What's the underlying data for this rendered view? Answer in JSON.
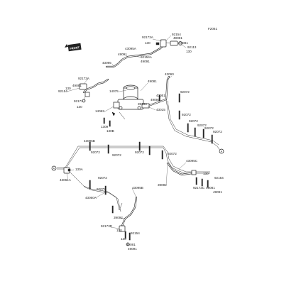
{
  "page_code": "F2061",
  "front_badge": "FRONT",
  "connector_label": "A",
  "labels": {
    "l1": "92173A",
    "l2": "92154",
    "l3": "49081",
    "l4": "130",
    "l5": "49081",
    "l6": "92113",
    "l7": "130",
    "l8": "43095A",
    "l9": "49091",
    "l10": "92154A",
    "l11": "49091",
    "l12": "43095",
    "l13": "43060",
    "l14": "92173A",
    "l15": "92154",
    "l16": "49081",
    "l17": "130",
    "l18": "92173",
    "l19": "130",
    "l20": "49081",
    "l21": "14075",
    "l22": "43051",
    "l23": "39184",
    "l24": "49091",
    "l25": "43015",
    "l26": "14063",
    "l27": "1309",
    "l28": "130B",
    "l29": "92072",
    "l30": "92072",
    "l31": "92072",
    "l32": "92072",
    "l33": "92072",
    "l34": "92072",
    "l35": "43095B",
    "l36": "92072",
    "l37": "92072",
    "l38": "92072",
    "l39": "92072",
    "l40": "130A",
    "l41": "43061A",
    "l42": "92072",
    "l43": "92072",
    "l44": "43060A",
    "l45": "43095C",
    "l46": "39092",
    "l47": "130",
    "l48": "92154",
    "l49": "92173C",
    "l50": "49081",
    "l51": "49091",
    "l52": "43095B",
    "l53": "39092",
    "l54": "92173D",
    "l55": "130",
    "l56": "92154",
    "l57": "130",
    "l58": "49081",
    "l59": "49091"
  }
}
